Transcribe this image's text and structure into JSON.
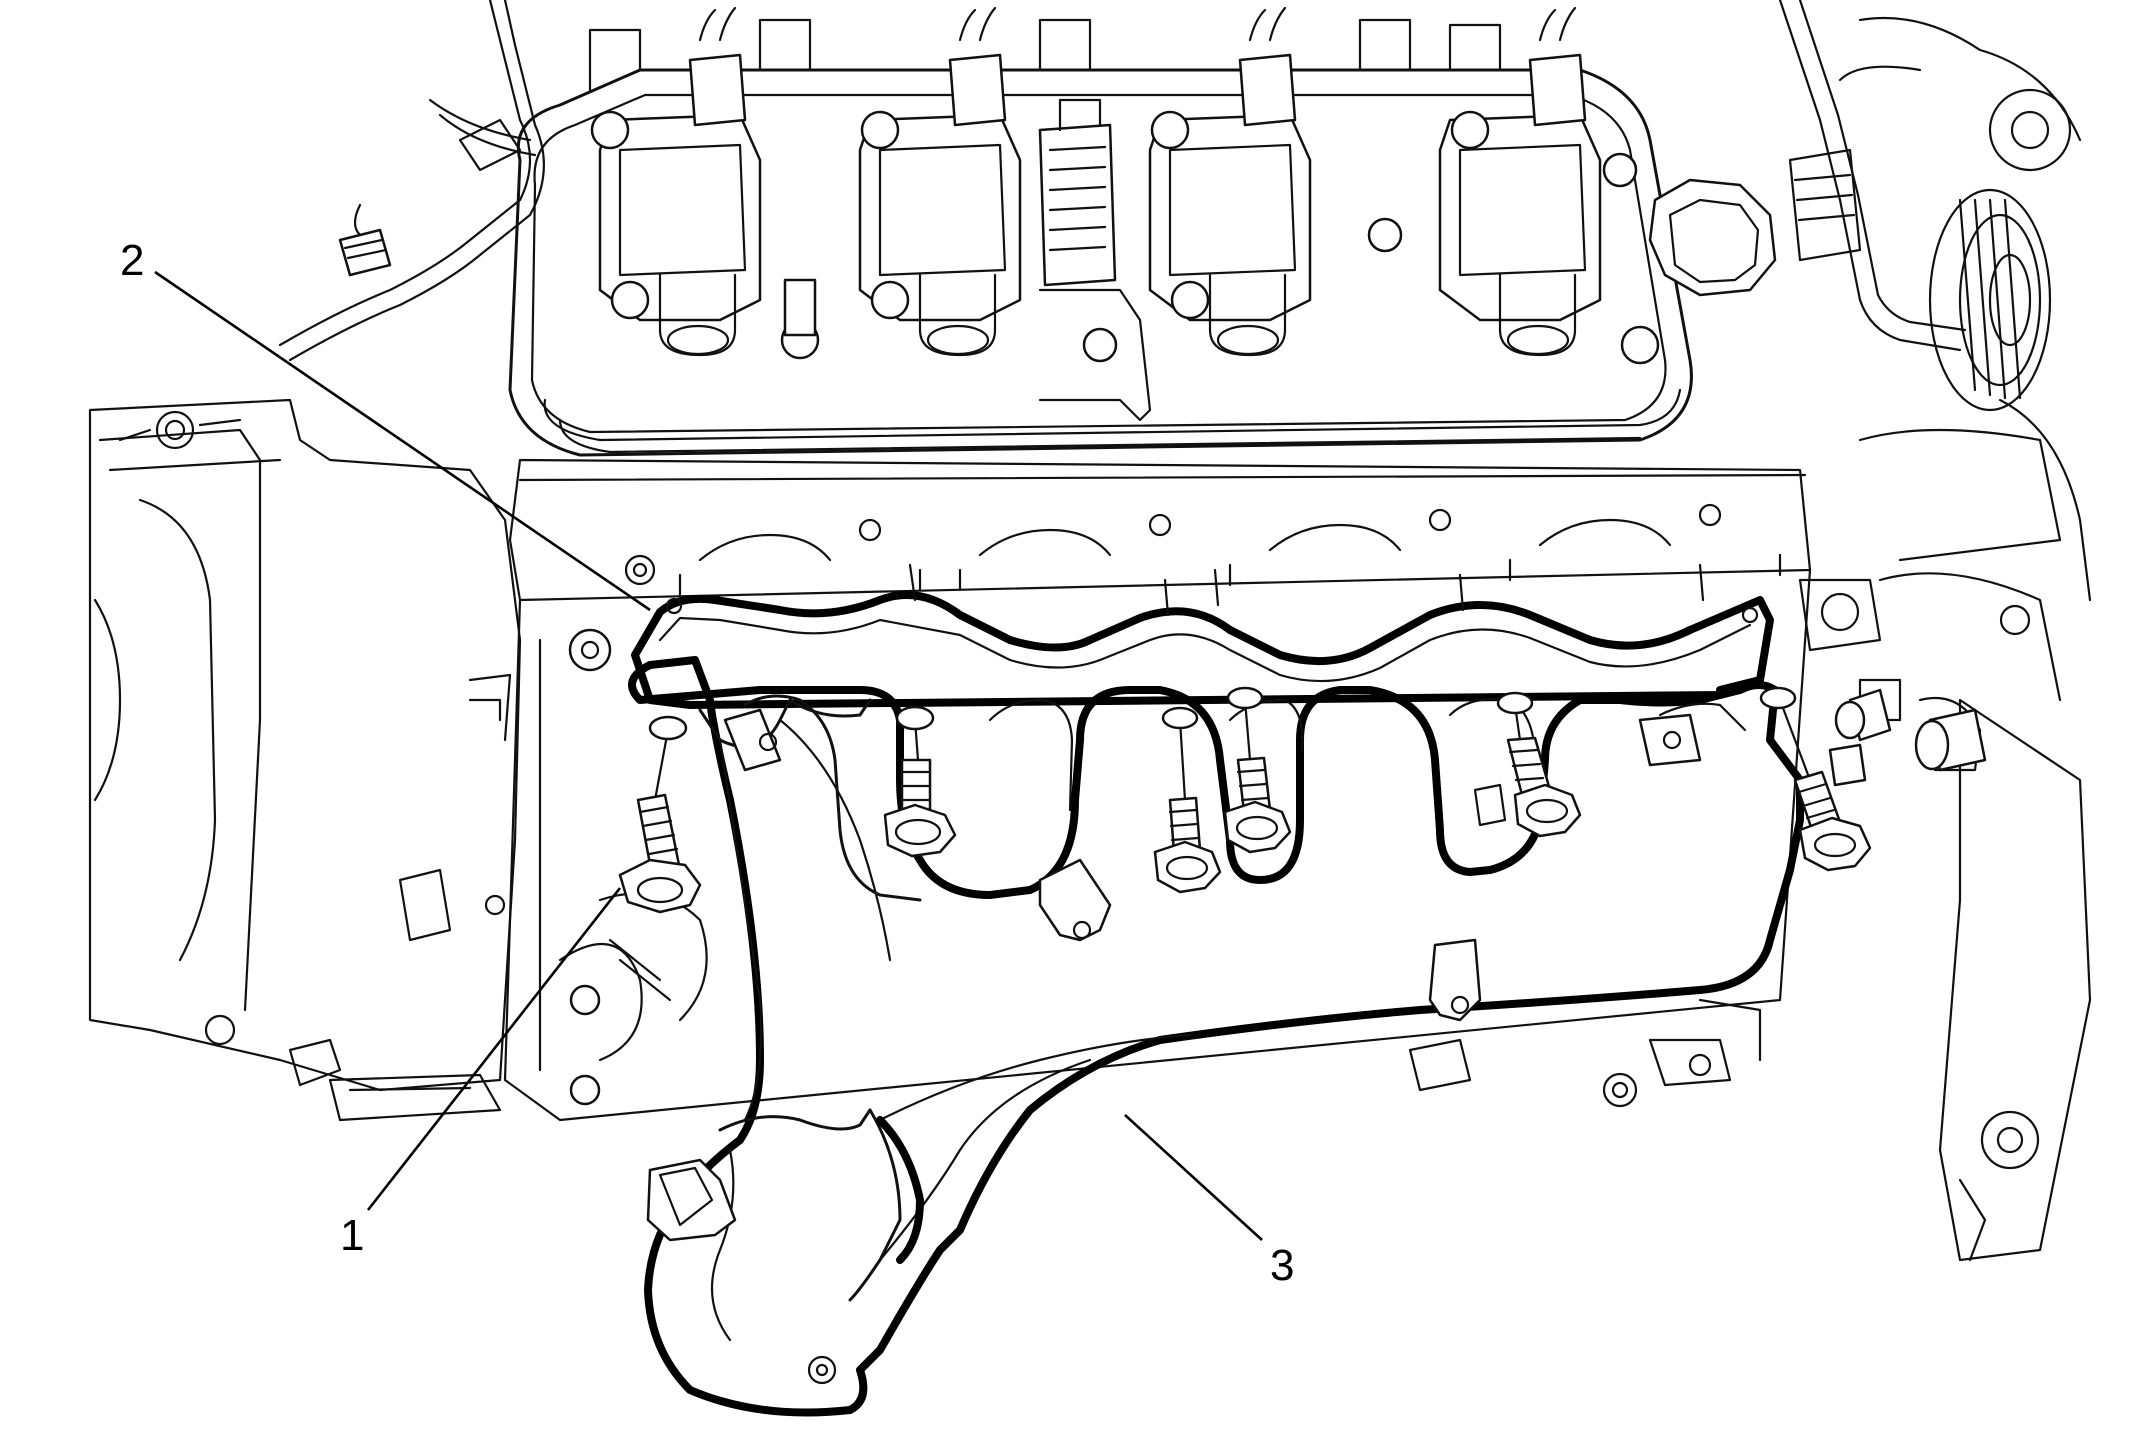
{
  "callouts": [
    {
      "id": "1",
      "label": "1"
    },
    {
      "id": "2",
      "label": "2"
    },
    {
      "id": "3",
      "label": "3"
    }
  ],
  "colors": {
    "line": "#111111",
    "outline": "#000000",
    "background": "#ffffff"
  }
}
